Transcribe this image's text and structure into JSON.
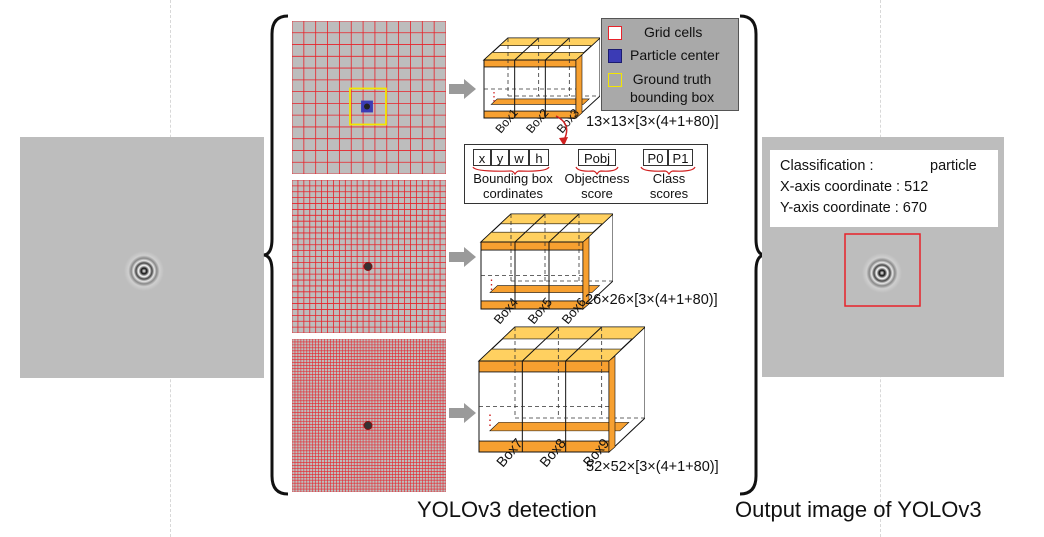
{
  "captions": {
    "detection": "YOLOv3 detection",
    "output": "Output image of YOLOv3"
  },
  "legend": {
    "items": [
      {
        "label": "Grid cells",
        "icon": "red-outline-square",
        "color": "#e8222a"
      },
      {
        "label": "Particle center",
        "icon": "blue-filled-square",
        "color": "#3b3bb5"
      },
      {
        "label": "Ground truth\nbounding box",
        "icon": "yellow-outline-square",
        "color": "#f3e600"
      }
    ]
  },
  "scales": [
    {
      "grid_cells": 13,
      "dims": "13×13×[3×(4+1+80)]",
      "boxes": [
        "Box1",
        "Box2",
        "Box3"
      ]
    },
    {
      "grid_cells": 26,
      "dims": "26×26×[3×(4+1+80)]",
      "boxes": [
        "Box4",
        "Box5",
        "Box6"
      ]
    },
    {
      "grid_cells": 52,
      "dims": "52×52×[3×(4+1+80)]",
      "boxes": [
        "Box7",
        "Box8",
        "Box9"
      ]
    }
  ],
  "vector": {
    "cells": [
      "x",
      "y",
      "w",
      "h",
      "Pobj",
      "P0",
      "P1"
    ],
    "groups": [
      "Bounding box\ncordinates",
      "Objectness\nscore",
      "Class\nscores"
    ]
  },
  "output": {
    "classification_label": "Classification :",
    "classification_value": "particle",
    "x_label": "X-axis coordinate :",
    "x_value": "512",
    "y_label": "Y-axis coordinate :",
    "y_value": "670"
  },
  "colors": {
    "grid_line": "#e8222a",
    "panel_gray": "#bdbdbd",
    "box_orange": "#f7a030",
    "box_yellow": "#ffd060",
    "legend_bg": "#a9a9a9"
  }
}
